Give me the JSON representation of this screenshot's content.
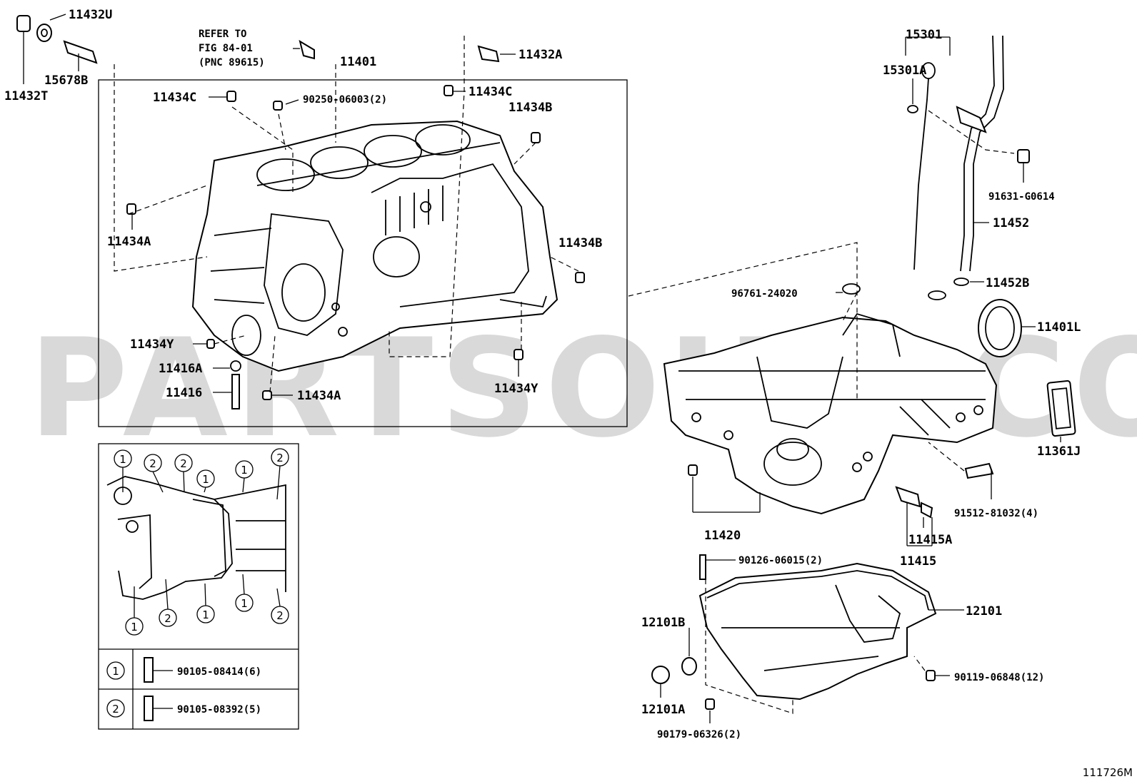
{
  "watermark": "PARTSOUQ.COM",
  "figure_code": "111726M",
  "refer_note": [
    "REFER TO",
    "FIG 84-01",
    "(PNC 89615)"
  ],
  "labels": {
    "p11432U": "11432U",
    "p15678B": "15678B",
    "p11432T": "11432T",
    "p11401": "11401",
    "p11432A": "11432A",
    "p11434C_left": "11434C",
    "p90250": "90250-06003(2)",
    "p11434C_right": "11434C",
    "p11434B_top": "11434B",
    "p11434A_left": "11434A",
    "p11434B_right": "11434B",
    "p11434Y_left": "11434Y",
    "p11416A": "11416A",
    "p11416": "11416",
    "p11434A_bottom": "11434A",
    "p11434Y_bottom": "11434Y",
    "p15301": "15301",
    "p15301A": "15301A",
    "p91631": "91631-G0614",
    "p11452": "11452",
    "p11452B": "11452B",
    "p96761": "96761-24020",
    "p11401L": "11401L",
    "p11361J": "11361J",
    "p91512": "91512-81032(4)",
    "p11420": "11420",
    "p11415A": "11415A",
    "p11415": "11415",
    "p90126": "90126-06015(2)",
    "p12101": "12101",
    "p12101B": "12101B",
    "p12101A": "12101A",
    "p90119": "90119-06848(12)",
    "p90179": "90179-06326(2)"
  },
  "bolt_table": {
    "row1": {
      "key": "1",
      "part": "90105-08414(6)"
    },
    "row2": {
      "key": "2",
      "part": "90105-08392(5)"
    }
  },
  "pattern_markers": {
    "m1": "1",
    "m2": "2",
    "m3": "2",
    "m4": "1",
    "m5": "1",
    "m6": "2",
    "m7": "1",
    "m8": "2",
    "m9": "1",
    "m10": "1",
    "m11": "2"
  }
}
